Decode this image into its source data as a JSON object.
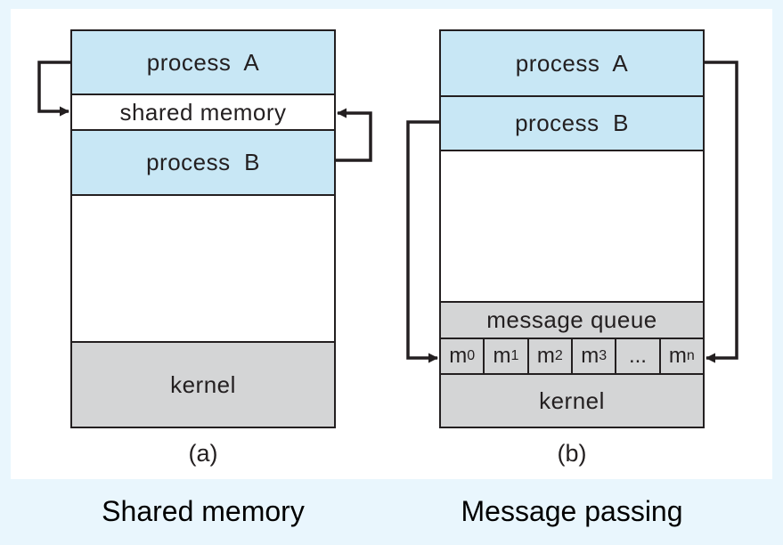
{
  "figure": {
    "panels": [
      {
        "label": "(a)",
        "caption": "Shared memory",
        "boxes": {
          "process_a": "process  A",
          "shared_memory": "shared memory",
          "process_b": "process  B",
          "kernel": "kernel"
        }
      },
      {
        "label": "(b)",
        "caption": "Message passing",
        "boxes": {
          "process_a": "process  A",
          "process_b": "process  B",
          "message_queue": "message queue",
          "kernel": "kernel"
        },
        "queue_cells": [
          {
            "base": "m",
            "sub": "0"
          },
          {
            "base": "m",
            "sub": "1"
          },
          {
            "base": "m",
            "sub": "2"
          },
          {
            "base": "m",
            "sub": "3"
          },
          {
            "base": "...",
            "sub": ""
          },
          {
            "base": "m",
            "sub": "n"
          }
        ]
      }
    ],
    "colors": {
      "process_fill": "#c8e7f5",
      "memory_fill": "#ffffff",
      "kernel_fill": "#d4d5d6",
      "outline": "#231f20",
      "page_background": "#e9f6fd",
      "panel_background": "#ffffff"
    }
  }
}
